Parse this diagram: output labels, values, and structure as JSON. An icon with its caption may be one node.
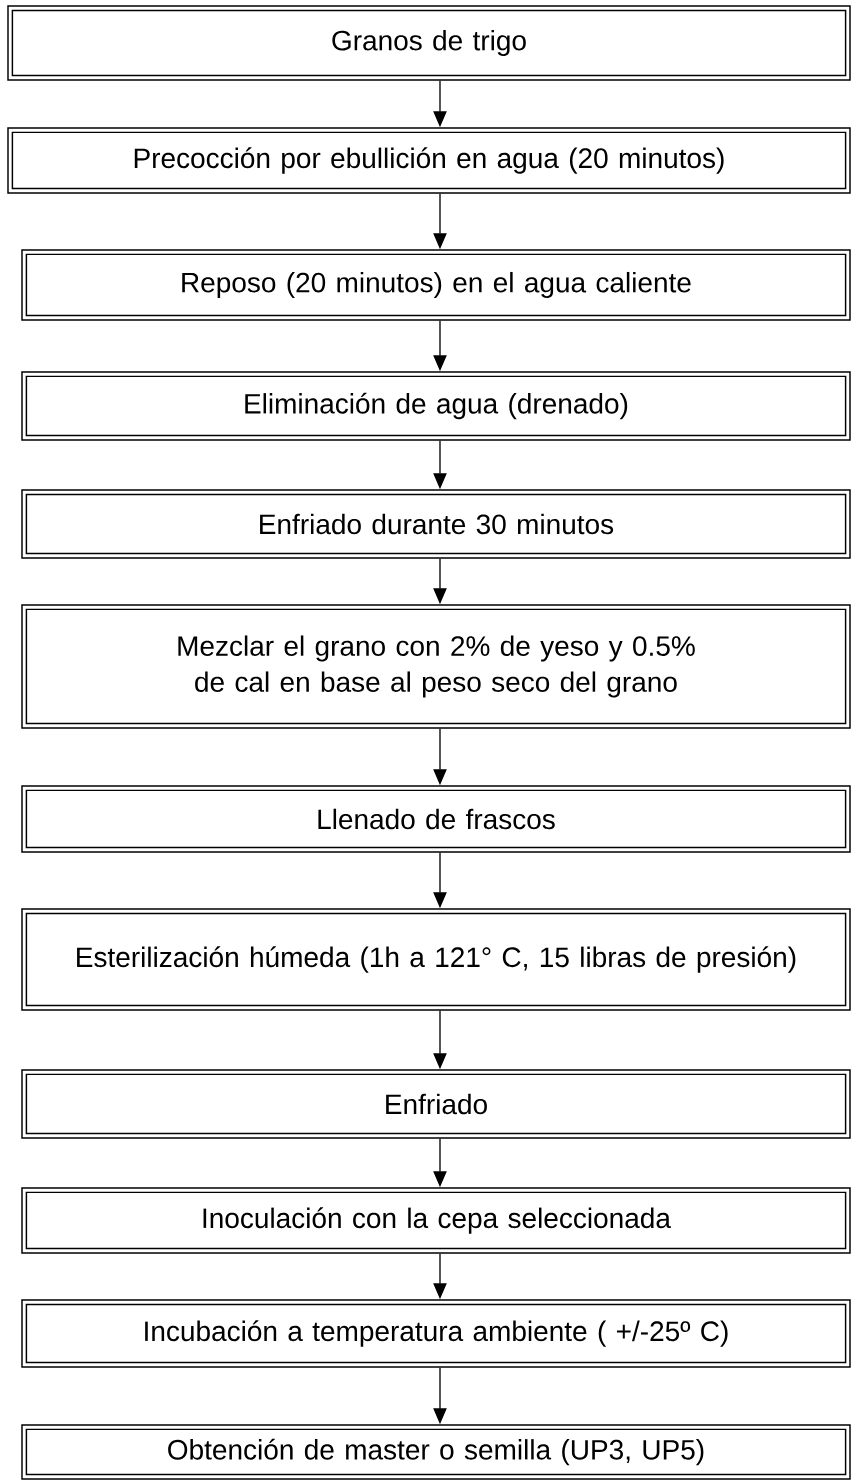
{
  "diagram": {
    "nodes": [
      {
        "text": [
          "Granos de trigo"
        ]
      },
      {
        "text": [
          "Precocción por ebullición en agua (20 minutos)"
        ]
      },
      {
        "text": [
          "Reposo (20 minutos) en el agua caliente"
        ]
      },
      {
        "text": [
          "Eliminación de agua (drenado)"
        ]
      },
      {
        "text": [
          "Enfriado durante 30 minutos"
        ]
      },
      {
        "text": [
          "Mezclar el grano con 2% de yeso y 0.5% de cal en base al peso seco del grano"
        ]
      },
      {
        "text": [
          "Llenado de frascos"
        ]
      },
      {
        "text": [
          "Esterilización húmeda (1h a 121° C, 15 libras de presión)"
        ]
      },
      {
        "text": [
          "Enfriado"
        ]
      },
      {
        "text": [
          "Inoculación con la cepa seleccionada"
        ]
      },
      {
        "text": [
          "Incubación a temperatura ambiente ( +/-25º C)"
        ]
      },
      {
        "text": [
          "Obtención de master o semilla (UP3, UP5)"
        ]
      }
    ],
    "edges": [
      {
        "from": 0,
        "to": 1,
        "arrow": "to"
      },
      {
        "from": 1,
        "to": 2,
        "arrow": "to"
      },
      {
        "from": 2,
        "to": 3,
        "arrow": "to"
      },
      {
        "from": 3,
        "to": 4,
        "arrow": "to"
      },
      {
        "from": 4,
        "to": 5,
        "arrow": "to"
      },
      {
        "from": 5,
        "to": 6,
        "arrow": "to"
      },
      {
        "from": 6,
        "to": 7,
        "arrow": "to"
      },
      {
        "from": 7,
        "to": 8,
        "arrow": "to"
      },
      {
        "from": 8,
        "to": 9,
        "arrow": "to"
      },
      {
        "from": 9,
        "to": 10,
        "arrow": "to"
      },
      {
        "from": 10,
        "to": 11,
        "arrow": "to"
      }
    ]
  }
}
